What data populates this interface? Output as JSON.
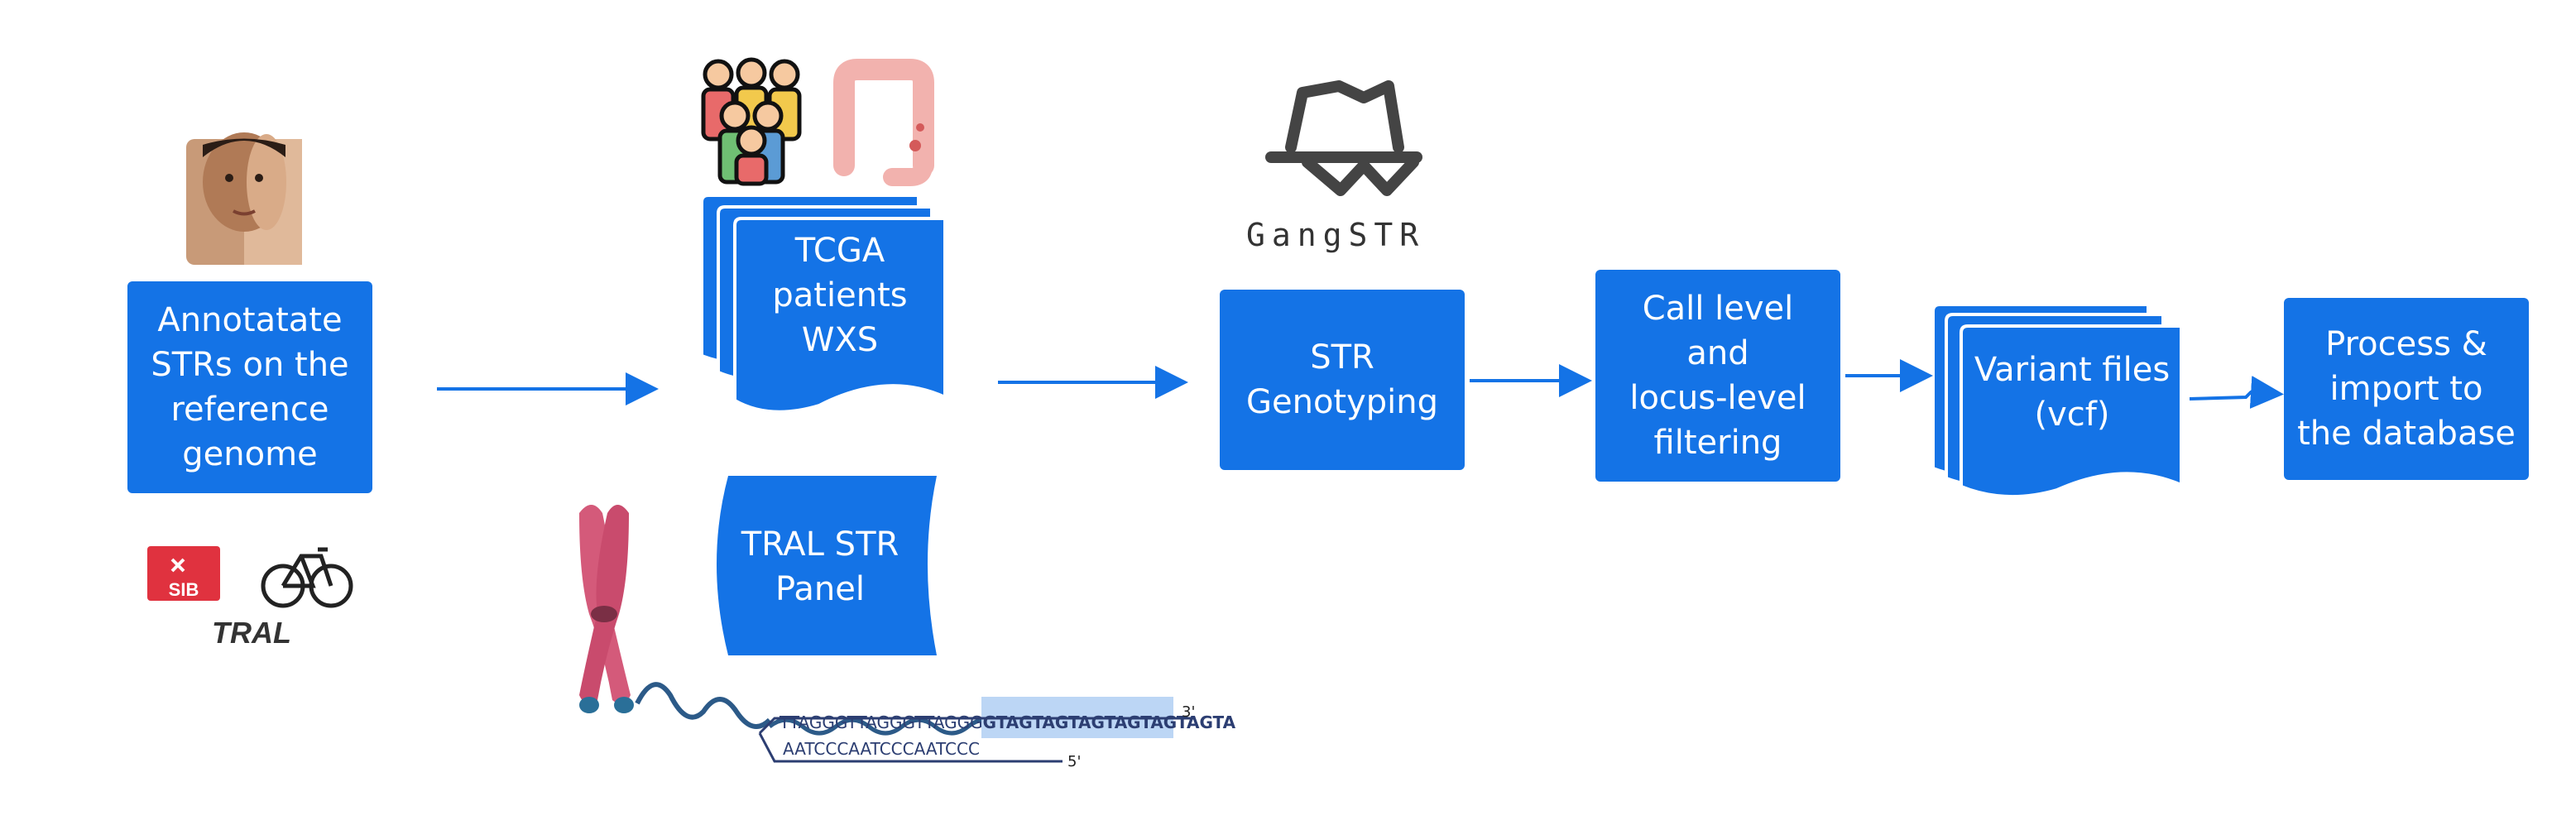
{
  "boxes": {
    "annotate": "Annotatate\nSTRs on the\nreference\ngenome",
    "tcga": "TCGA\npatients\nWXS",
    "tral_panel": "TRAL STR\nPanel",
    "str_genotyping": "STR\nGenotyping",
    "call_level": "Call level\nand\nlocus-level\nfiltering",
    "variant_files": "Variant files\n(vcf)",
    "process": "Process &\nimport to\nthe database"
  },
  "logos": {
    "gangstr": "GangSTR",
    "sib": "SIB",
    "tral": "TRAL"
  },
  "dna": {
    "strand_top_plain": "TTAGGGTTAGGGTTAGGG",
    "strand_top_repeat": "GTAGTAGTAGTAGTAGTAGTA",
    "strand_bottom": "AATCCCAATCCCAATCCC",
    "end_3": "3'",
    "end_5": "5'"
  },
  "icons": [
    "face-photo-icon",
    "patients-group-icon",
    "colon-organ-icon",
    "gangstr-logo-icon",
    "sib-logo-icon",
    "tral-bicycle-icon",
    "chromosome-icon"
  ],
  "colors": {
    "accent": "#1473e6",
    "dna_line": "#2c3e72",
    "repeat_highlight": "#bcd6f5"
  }
}
